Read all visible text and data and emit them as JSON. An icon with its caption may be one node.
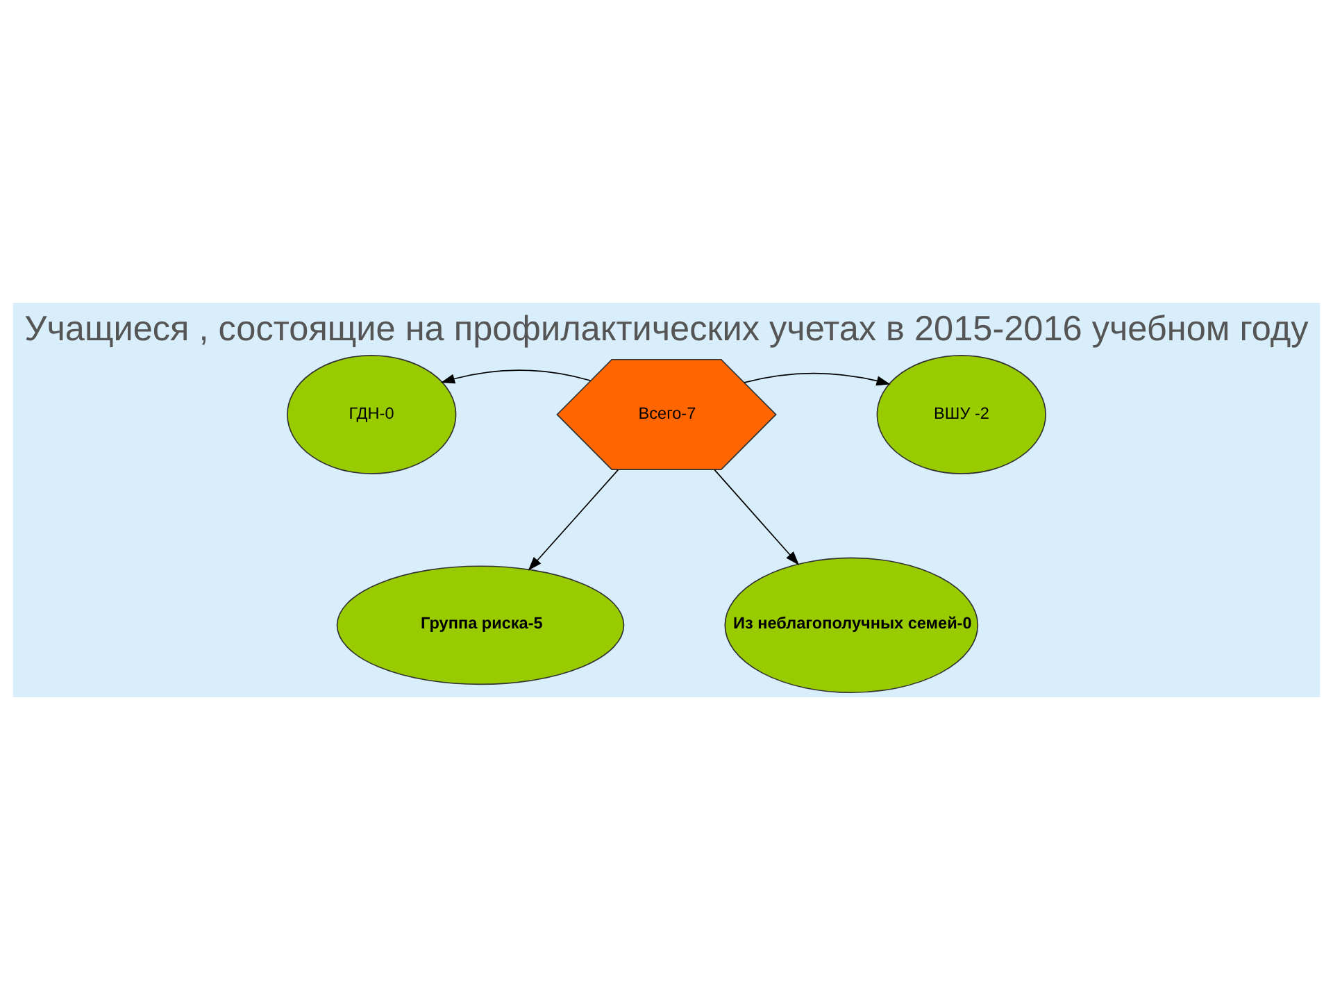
{
  "diagram": {
    "title": "Учащиеся , состоящие на профилактических учетах в 2015-2016 учебном году",
    "nodes": [
      {
        "text": [
          "Всего-7"
        ]
      },
      {
        "text": [
          "ГДН-0"
        ]
      },
      {
        "text": [
          "ВШУ -2"
        ]
      },
      {
        "text": [
          "Группа риска-5"
        ]
      },
      {
        "text": [
          "Из неблагополучных семей-0"
        ]
      }
    ],
    "edges": [
      {
        "from": 0,
        "to": 1,
        "arrow": "to"
      },
      {
        "from": 0,
        "to": 2,
        "arrow": "to"
      },
      {
        "from": 0,
        "to": 3,
        "arrow": "to"
      },
      {
        "from": 0,
        "to": 4,
        "arrow": "to"
      }
    ]
  }
}
